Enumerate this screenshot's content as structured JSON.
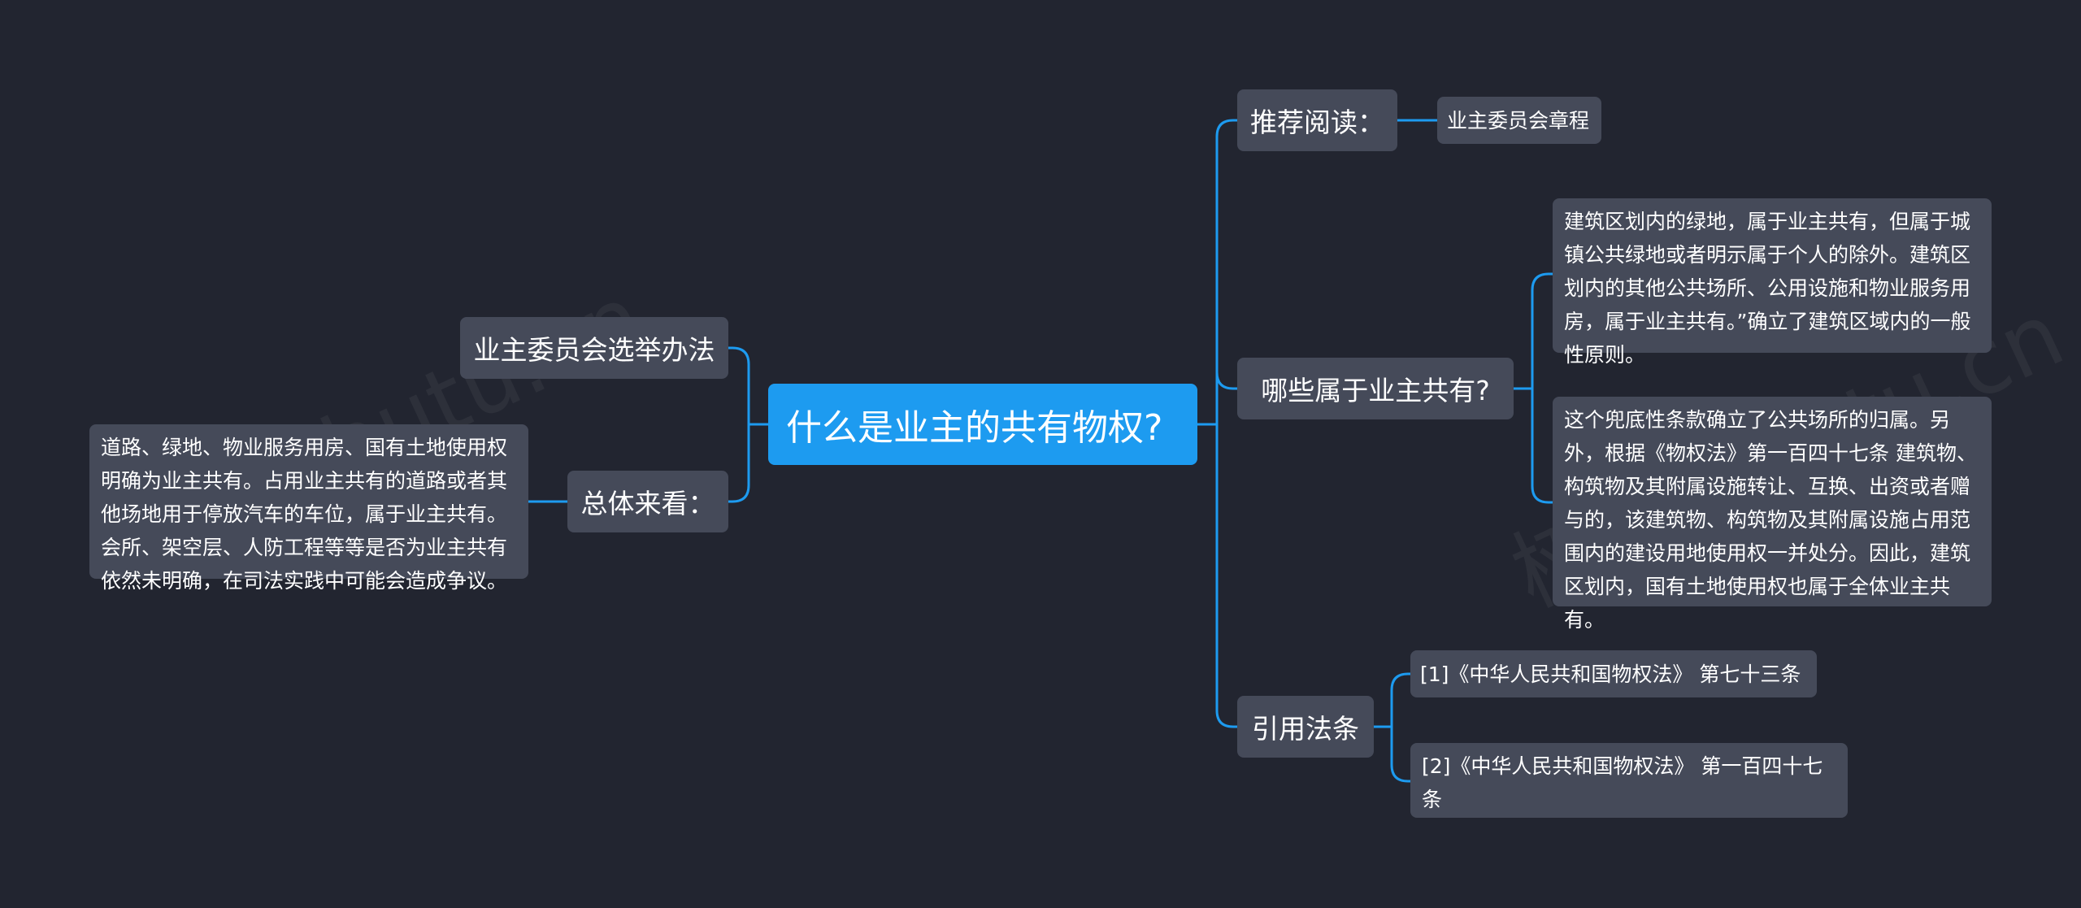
{
  "mindmap": {
    "root": {
      "label": "什么是业主的共有物权?"
    },
    "left": {
      "election": {
        "label": "业主委员会选举办法"
      },
      "overall": {
        "label": "总体来看：",
        "detail": "道路、绿地、物业服务用房、国有土地使用权明确为业主共有。占用业主共有的道路或者其他场地用于停放汽车的车位，属于业主共有。会所、架空层、人防工程等等是否为业主共有依然未明确，在司法实践中可能会造成争议。"
      }
    },
    "right": {
      "recommend": {
        "label": "推荐阅读：",
        "child": "业主委员会章程"
      },
      "which": {
        "label": "哪些属于业主共有?",
        "detail1": "建筑区划内的绿地，属于业主共有，但属于城镇公共绿地或者明示属于个人的除外。建筑区划内的其他公共场所、公用设施和物业服务用房，属于业主共有。”确立了建筑区域内的一般性原则。",
        "detail2": "这个兜底性条款确立了公共场所的归属。另外，根据《物权法》第一百四十七条 建筑物、构筑物及其附属设施转让、互换、出资或者赠与的，该建筑物、构筑物及其附属设施占用范围内的建设用地使用权一并处分。因此，建筑区划内，国有土地使用权也属于全体业主共有。"
      },
      "law": {
        "label": "引用法条",
        "ref1": "[1]《中华人民共和国物权法》 第七十三条",
        "ref2": "[2]《中华人民共和国物权法》 第一百四十七条"
      }
    },
    "colors": {
      "background": "#222530",
      "node": "#454a59",
      "root": "#1d9bf0",
      "connector": "#1d9bf0"
    }
  }
}
